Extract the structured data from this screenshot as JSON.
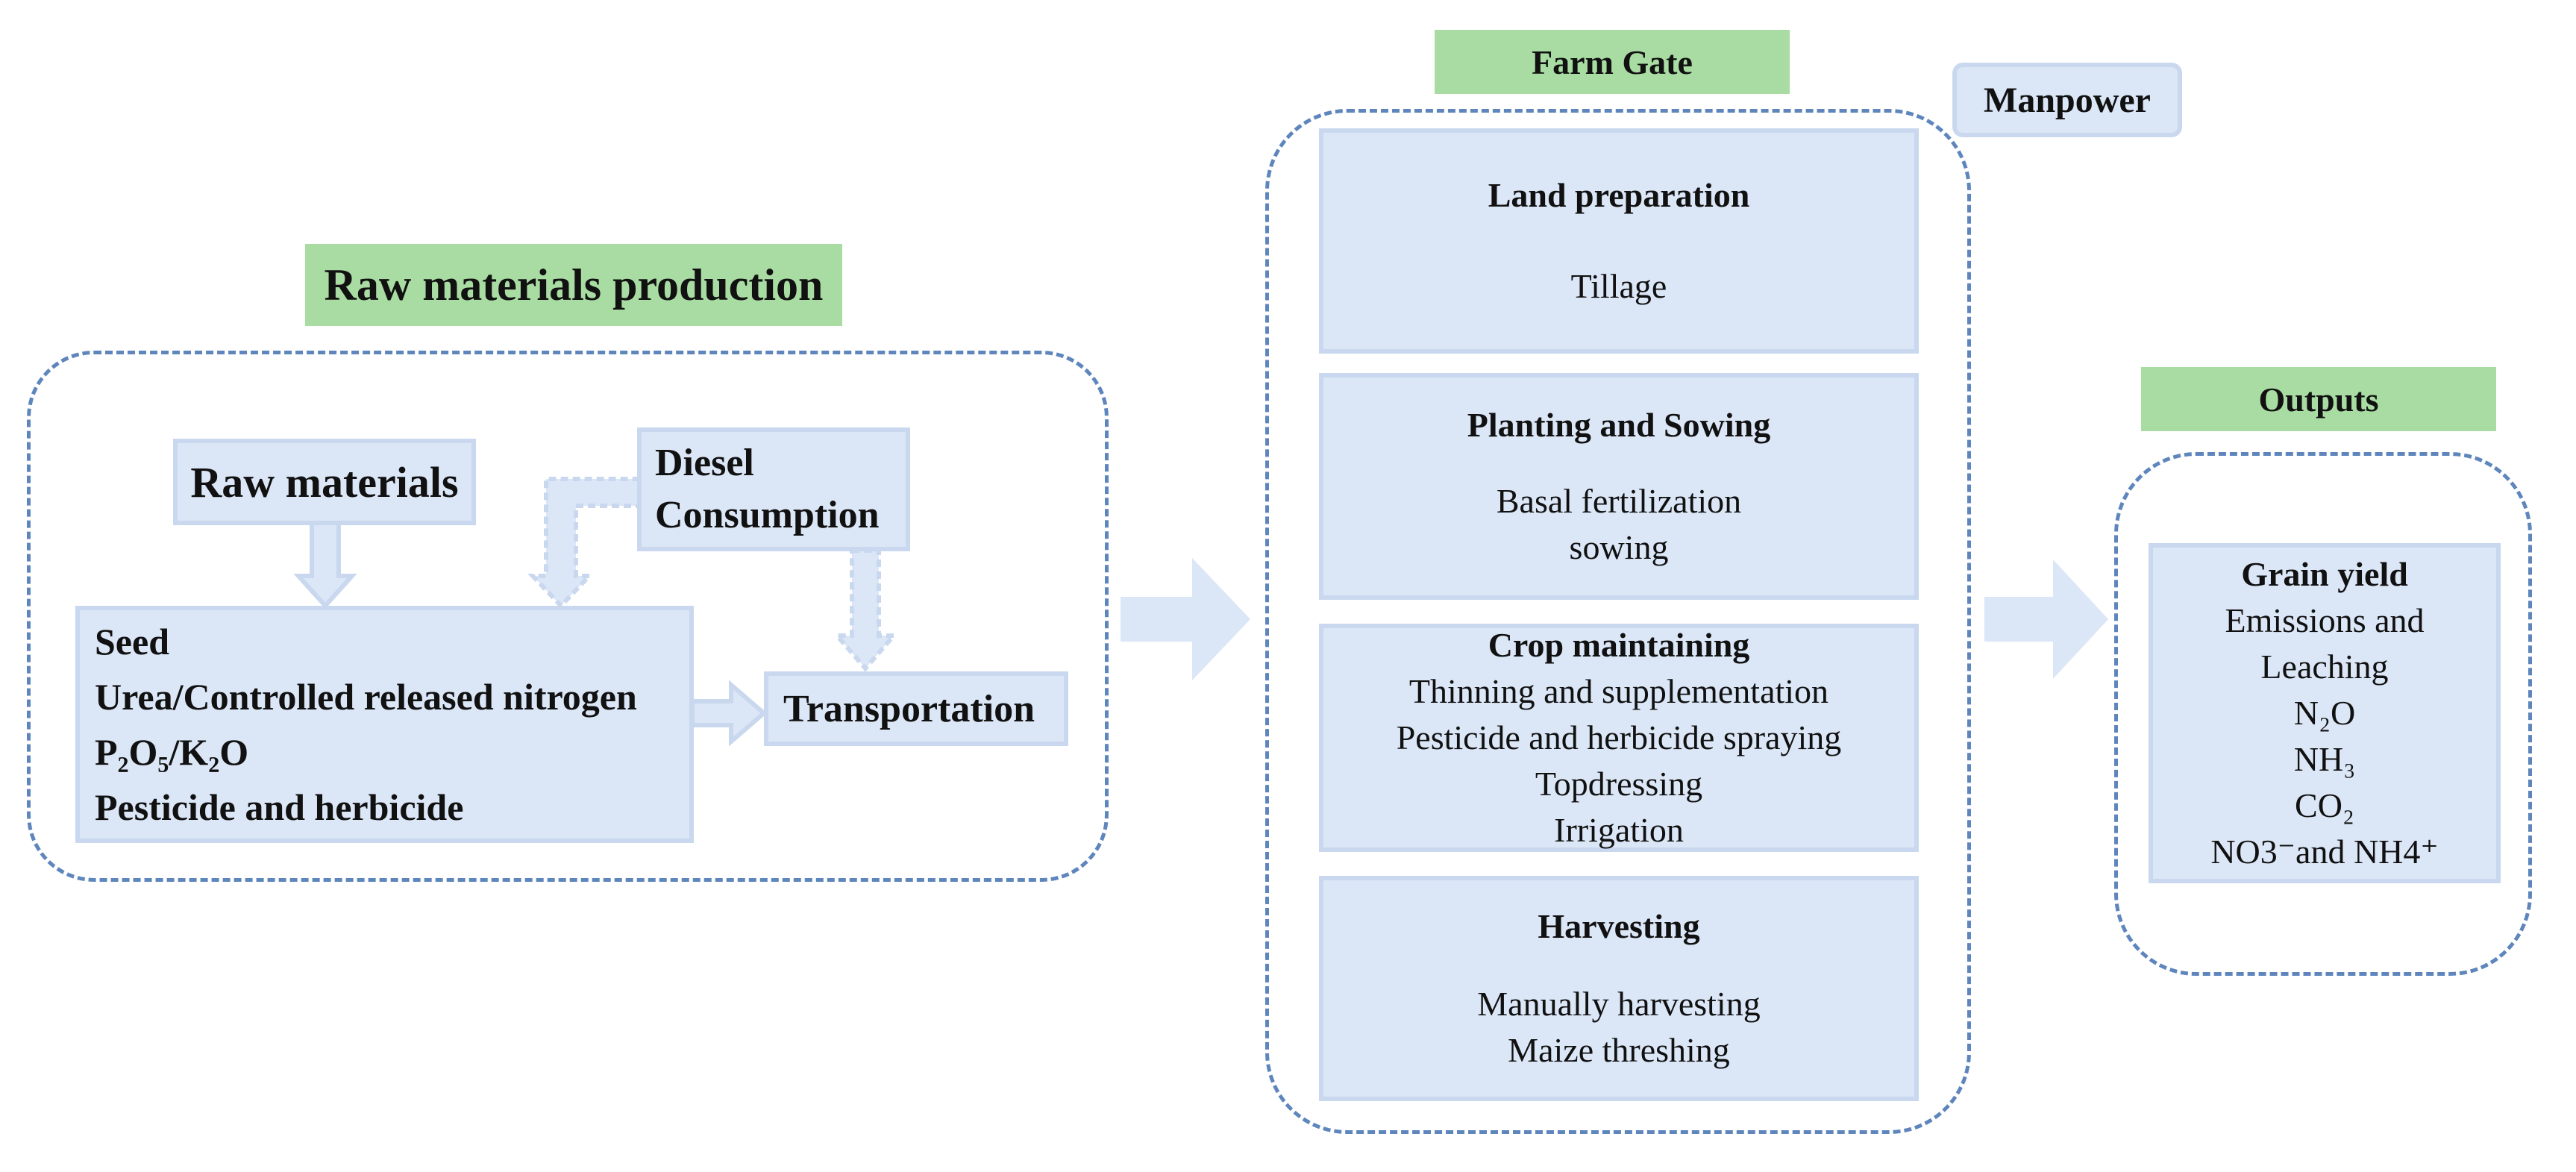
{
  "raw_section": {
    "title": "Raw materials production",
    "raw_materials": "Raw materials",
    "diesel": [
      "Diesel",
      "Consumption"
    ],
    "inputs": [
      "Seed",
      "Urea/Controlled released nitrogen",
      "P₂O₅/K₂O",
      "Pesticide and herbicide"
    ],
    "transportation": "Transportation"
  },
  "farm_gate": {
    "title": "Farm Gate",
    "manpower": "Manpower",
    "stages": [
      {
        "title": "Land preparation",
        "items": [
          "Tillage"
        ]
      },
      {
        "title": "Planting and Sowing",
        "items": [
          "Basal fertilization",
          "sowing"
        ]
      },
      {
        "title": "Crop maintaining",
        "items": [
          "Thinning and supplementation",
          "Pesticide and herbicide spraying",
          "Topdressing",
          "Irrigation"
        ]
      },
      {
        "title": "Harvesting",
        "items": [
          "Manually harvesting",
          "Maize threshing"
        ]
      }
    ]
  },
  "outputs": {
    "title": "Outputs",
    "items": [
      "Grain yield",
      "Emissions and",
      "Leaching",
      "N₂O",
      "NH₃",
      "CO₂",
      "NO3⁻and NH4⁺"
    ]
  },
  "colors": {
    "box_fill": "#dbe6f6",
    "box_border": "#c9d8ee",
    "label_fill": "#a9dca3",
    "dashed_border": "#5e86bd"
  }
}
